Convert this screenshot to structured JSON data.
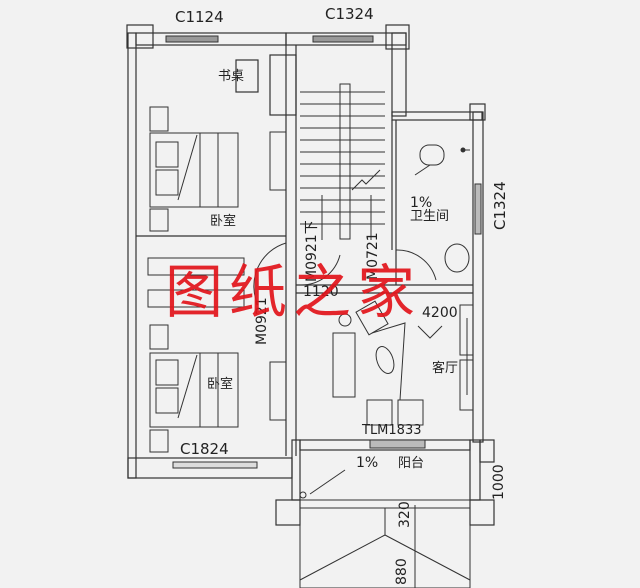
{
  "drawing": {
    "type": "floor-plan",
    "stroke_color": "#333333",
    "background": "#f2f2f2",
    "watermark_color": "#e2141b"
  },
  "windows": {
    "top_left": "C1124",
    "top_right": "C1324",
    "right_bath": "C1324",
    "bottom_left": "C1824",
    "living_door": "TLM1833"
  },
  "doors": {
    "stair_bedroom": "M0921",
    "stair_down": "M0921下",
    "bathroom": "M0721"
  },
  "rooms": {
    "study_desk": "书桌",
    "bedroom_top": "卧室",
    "bedroom_bottom": "卧室",
    "bathroom": "卫生间",
    "living_room": "客厅",
    "balcony": "阳台"
  },
  "annotations": {
    "bath_slope": "1%",
    "balcony_slope": "1%",
    "corridor_width": "1120",
    "living_dim": "4200"
  },
  "dimensions": {
    "balcony_depth": "1000",
    "canopy_320": "320",
    "canopy_880": "880"
  },
  "watermark": "图纸之家"
}
